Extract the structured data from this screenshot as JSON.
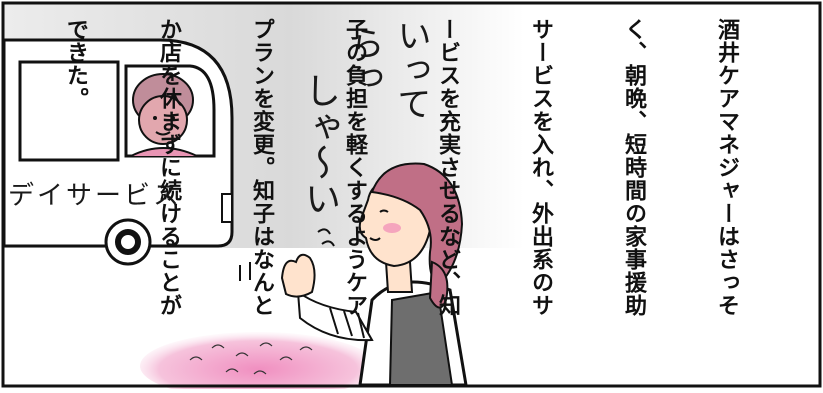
{
  "narration": {
    "lines": [
      "酒井ケアマネジャーはさっそ",
      "く、朝晩、短時間の家事援助",
      "サービスを入れ、外出系のサ",
      "ービスを充実させるなど、知",
      "子の負担を軽くするようケア",
      "プランを変更。知子はなんと",
      "か店を休まずに続けることが",
      "できた。"
    ]
  },
  "speech": {
    "line1": "いって",
    "line2": "らっ",
    "line3": "しゃ〜い"
  },
  "van": {
    "side_label": "デイサービス"
  },
  "colors": {
    "panel_border": "#111111",
    "gray_wall": "#d9d9d9",
    "van_body": "#ffffff",
    "woman_skin": "#ffe3cd",
    "woman_hair": "#c06f86",
    "elder_hair": "#c08d9a",
    "elder_face": "#e2a7ae",
    "petals": "#f3b6d3"
  }
}
